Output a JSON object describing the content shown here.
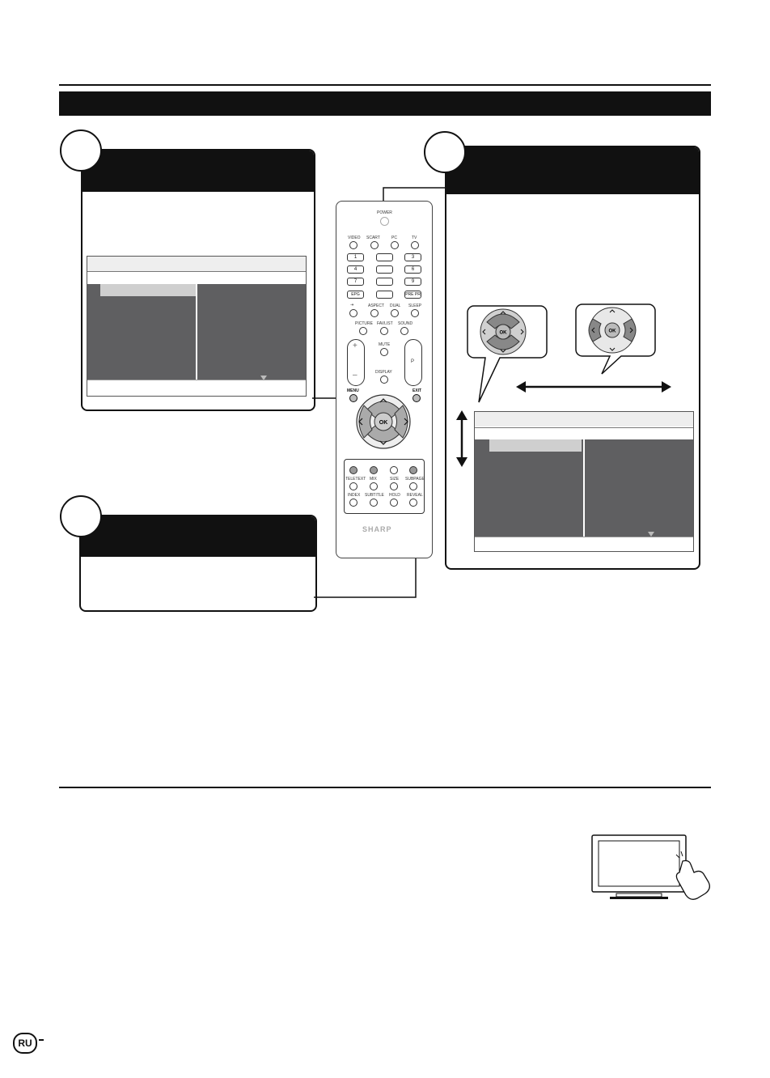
{
  "remote": {
    "power_label": "POWER",
    "row_inputs": [
      "VIDEO",
      "SCART",
      "PC",
      "TV"
    ],
    "num_keys": [
      "1",
      "",
      "3",
      "4",
      "",
      "6",
      "7",
      "",
      "9"
    ],
    "epg_label": "EPG",
    "prepr_label": "PRE PR",
    "row_function": [
      "⇥",
      "ASPECT",
      "DUAL",
      "SLEEP"
    ],
    "row_picture": [
      "PICTURE",
      "FAVLIST",
      "SOUND"
    ],
    "mute_label": "MUTE",
    "display_label": "DISPLAY",
    "p_label": "P",
    "menu_label": "MENU",
    "exit_label": "EXIT",
    "ok_label": "OK",
    "teletext_row1": [
      "TELETEXT",
      "MIX",
      "SIZE",
      "SUBPAGE"
    ],
    "teletext_row2": [
      "INDEX",
      "SUBTITLE",
      "HOLD",
      "REVEAL"
    ],
    "brand": "SHARP"
  },
  "dpad_small": {
    "ok_label": "OK"
  },
  "footer": {
    "language_badge": "RU"
  },
  "colors": {
    "menu_grey": "#5f5f61",
    "menu_selected": "#cfcfcf",
    "ink": "#111111"
  },
  "icons": [
    "up-arrow-icon",
    "down-arrow-icon",
    "left-arrow-icon",
    "right-arrow-icon",
    "double-arrow-icon",
    "tv-icon",
    "hand-icon",
    "scroll-down-icon"
  ]
}
